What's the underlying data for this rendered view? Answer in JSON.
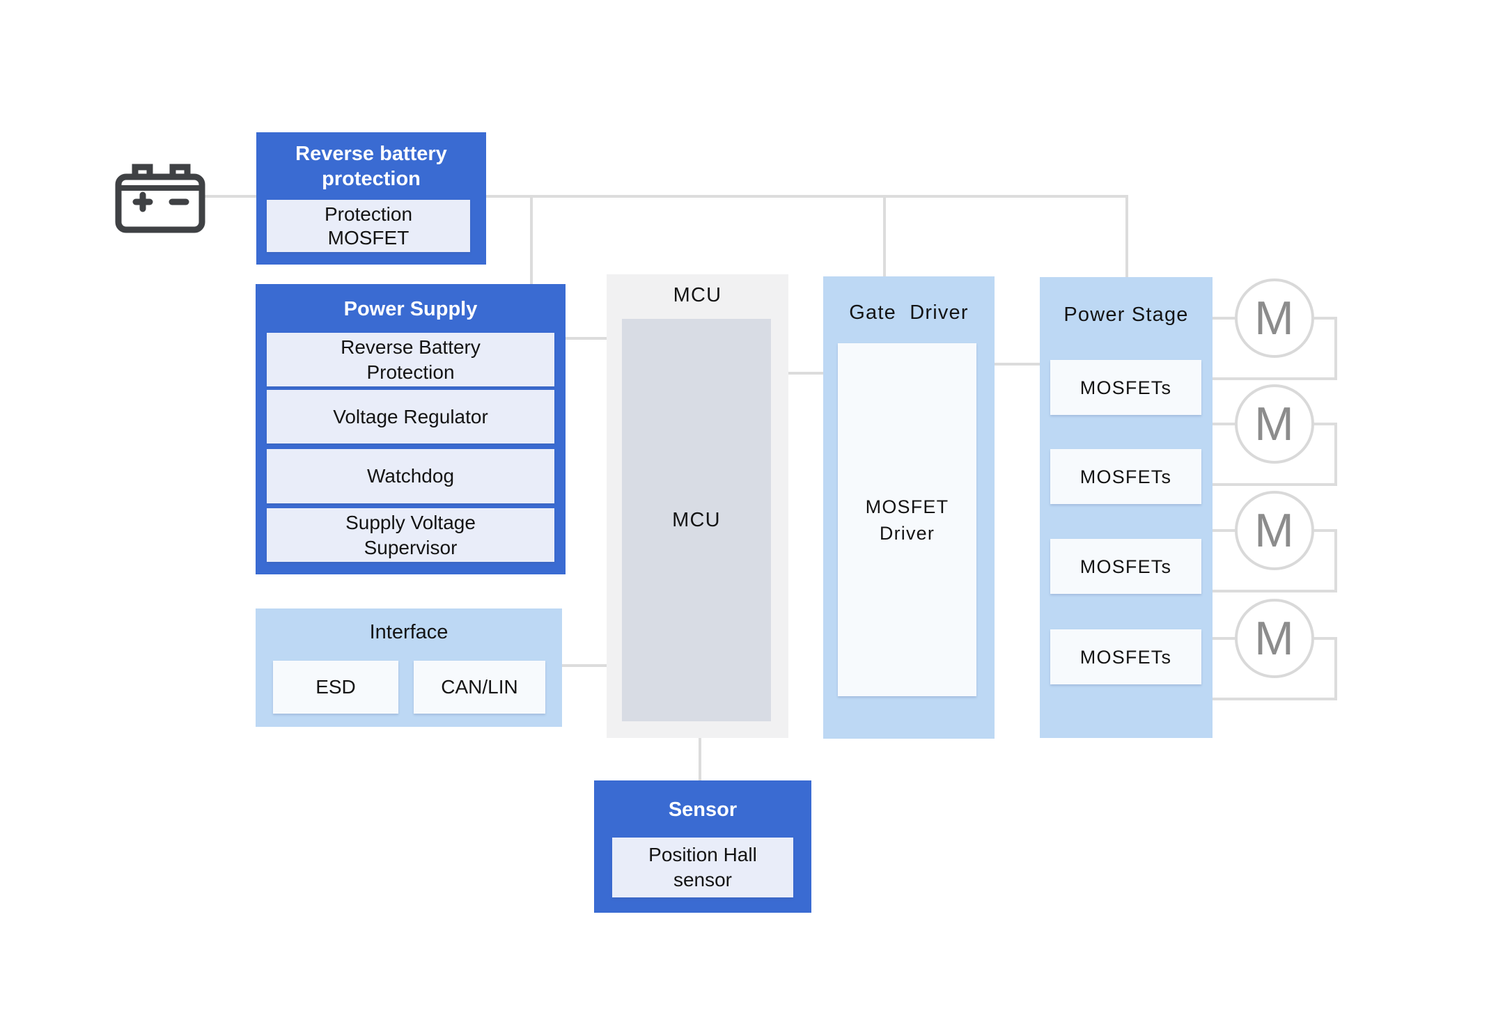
{
  "colors": {
    "primary_blue": "#3A6BD2",
    "light_blue": "#BDD8F4",
    "lavender_panel": "#E9EDF9",
    "white_panel": "#F7FAFD",
    "mcu_outer_gray": "#F1F1F2",
    "mcu_inner_gray": "#D8DCE4",
    "connector_gray": "#DCDCDC",
    "motor_circle_stroke": "#D9D9D9",
    "motor_text": "#8C8C8C",
    "battery_icon": "#3F4144",
    "text_dark": "#141414",
    "title_on_blue": "#FFFFFF"
  },
  "battery": {
    "icon": "car-battery-icon",
    "plus_symbol": "+",
    "minus_symbol": "-"
  },
  "blocks": {
    "reverse_battery_protection": {
      "title": "Reverse battery\nprotection",
      "sub": "Protection\nMOSFET"
    },
    "power_supply": {
      "title": "Power Supply",
      "items": [
        "Reverse Battery\nProtection",
        "Voltage Regulator",
        "Watchdog",
        "Supply Voltage\nSupervisor"
      ]
    },
    "interface": {
      "title": "Interface",
      "items": [
        "ESD",
        "CAN/LIN"
      ]
    },
    "mcu": {
      "title": "MCU",
      "inner": "MCU"
    },
    "gate_driver": {
      "title": "Gate Driver",
      "inner": "MOSFET\nDriver"
    },
    "power_stage": {
      "title": "Power Stage",
      "items": [
        "MOSFETs",
        "MOSFETs",
        "MOSFETs",
        "MOSFETs"
      ]
    },
    "sensor": {
      "title": "Sensor",
      "sub": "Position Hall\nsensor"
    },
    "motors": [
      "M",
      "M",
      "M",
      "M"
    ]
  }
}
